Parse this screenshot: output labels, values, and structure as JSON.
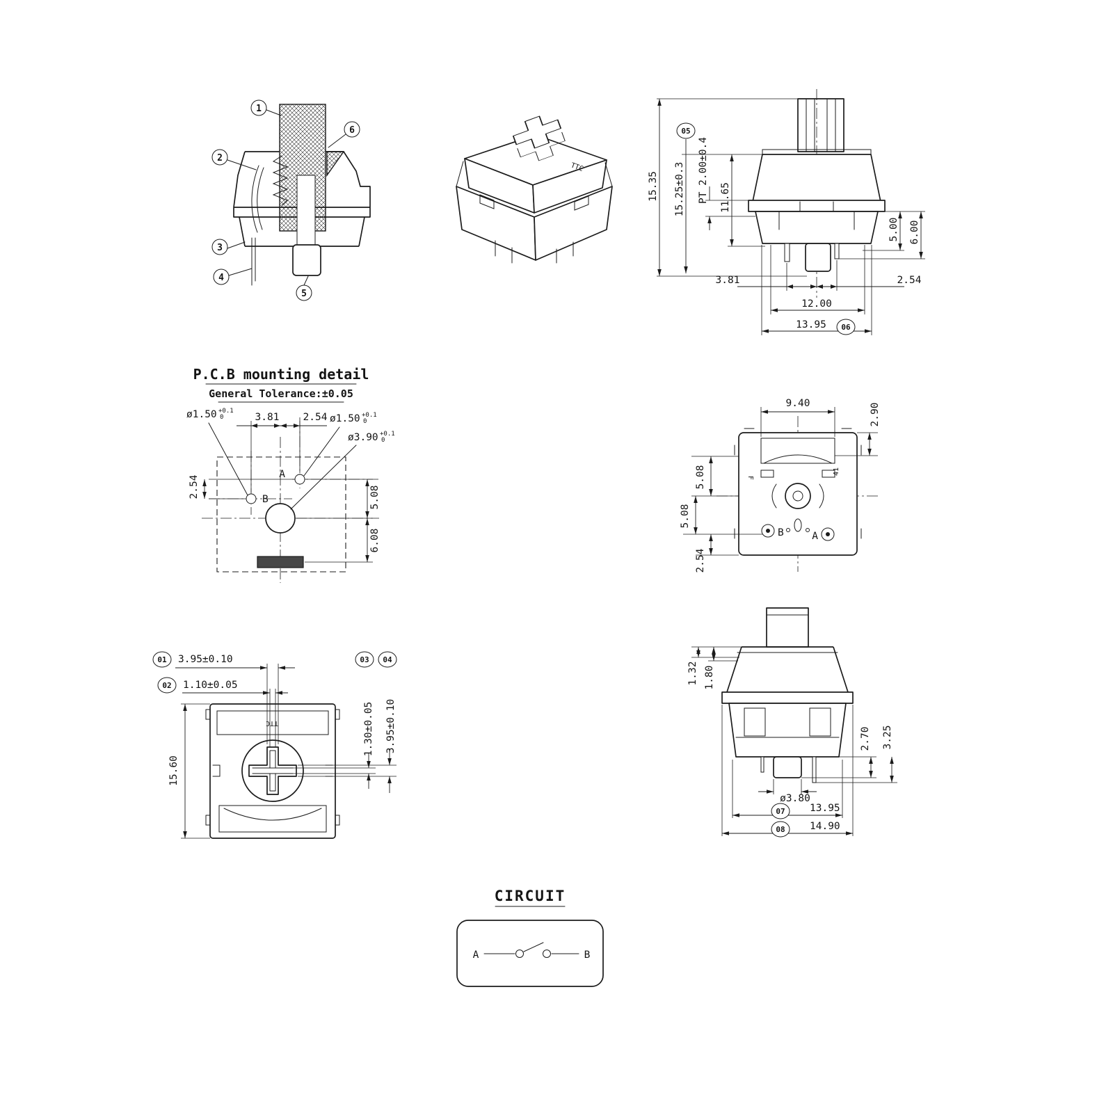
{
  "cross_section": {
    "c1": "1",
    "c2": "2",
    "c3": "3",
    "c4": "4",
    "c5": "5",
    "c6": "6"
  },
  "isometric": {
    "brand": "TTC"
  },
  "front_view": {
    "d15_35": "15.35",
    "d15_25": "15.25±0.3",
    "b05": "05",
    "dpt": "PT 2.00±0.4",
    "d11_65": "11.65",
    "d5_00": "5.00",
    "d6_00": "6.00",
    "d3_81": "3.81",
    "d2_54": "2.54",
    "d12_00": "12.00",
    "d13_95": "13.95",
    "b06": "06"
  },
  "pcb_detail": {
    "title": "P.C.B mounting detail",
    "subtitle": "General Tolerance:±0.05",
    "dia150_left": "ø1.50",
    "dia150_right": "ø1.50",
    "dia390": "ø3.90",
    "tol_plus": "+0.1",
    "tol_zero": "0",
    "d3_81": "3.81",
    "d2_54_top": "2.54",
    "d2_54_left": "2.54",
    "d5_08": "5.08",
    "d6_08": "6.08",
    "la": "A",
    "lb": "B"
  },
  "bottom_view": {
    "d9_40": "9.40",
    "d2_90": "2.90",
    "d5_08_a": "5.08",
    "d5_08_b": "5.08",
    "d2_54": "2.54",
    "la": "A",
    "lb": "B",
    "mark_41": "41",
    "mark_f": "F"
  },
  "top_view": {
    "b01": "01",
    "b02": "02",
    "b03": "03",
    "b04": "04",
    "d3_95_top": "3.95±0.10",
    "d1_10": "1.10±0.05",
    "d1_30": "1.30±0.05",
    "d3_95_right": "3.95±0.10",
    "d15_60": "15.60",
    "brand": "TTC"
  },
  "side_view": {
    "d1_32": "1.32",
    "d1_80": "1.80",
    "d2_70": "2.70",
    "d3_25": "3.25",
    "dia380": "ø3.80",
    "b07": "07",
    "d13_95": "13.95",
    "b08": "08",
    "d14_90": "14.90"
  },
  "circuit": {
    "title": "CIRCUIT",
    "la": "A",
    "lb": "B"
  }
}
